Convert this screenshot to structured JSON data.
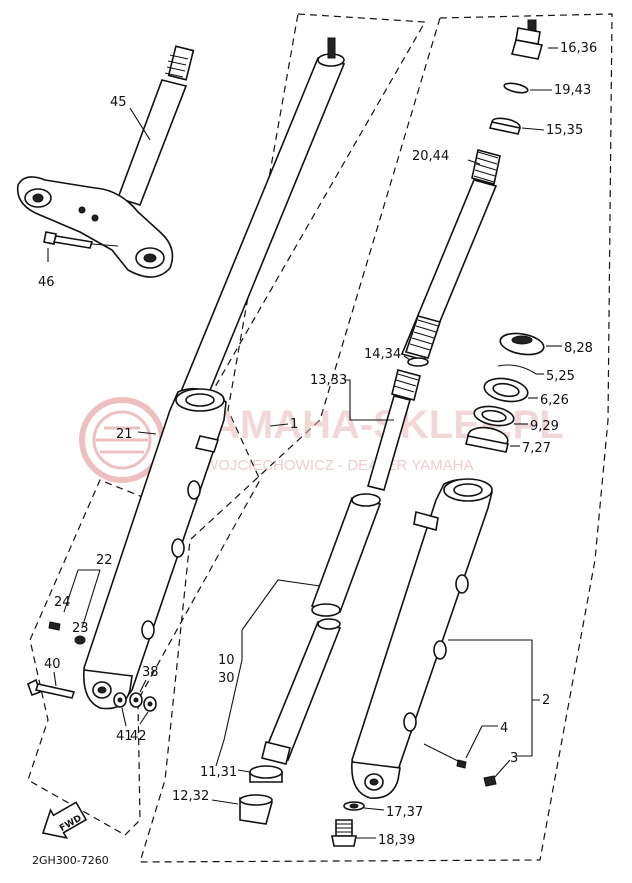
{
  "watermark": {
    "brand": "YAMAHA-SKLEP.PL",
    "dealer": "WOJCIECHOWICZ - DEALER YAMAHA"
  },
  "diagram_code": "2GH300-7260",
  "fwd_label": "FWD",
  "callouts": {
    "c45": "45",
    "c46": "46",
    "c21": "21",
    "c1": "1",
    "c22": "22",
    "c24": "24",
    "c23": "23",
    "c40": "40",
    "c38": "38",
    "c41": "41",
    "c42": "42",
    "c16_36": "16,36",
    "c19_43": "19,43",
    "c15_35": "15,35",
    "c20_44": "20,44",
    "c14_34": "14,34",
    "c13_33": "13,33",
    "c8_28": "8,28",
    "c5_25": "5,25",
    "c6_26": "6,26",
    "c9_29": "9,29",
    "c7_27": "7,27",
    "c10": "10",
    "c30": "30",
    "c11_31": "11,31",
    "c12_32": "12,32",
    "c2": "2",
    "c4": "4",
    "c3": "3",
    "c17_37": "17,37",
    "c18_39": "18,39"
  }
}
